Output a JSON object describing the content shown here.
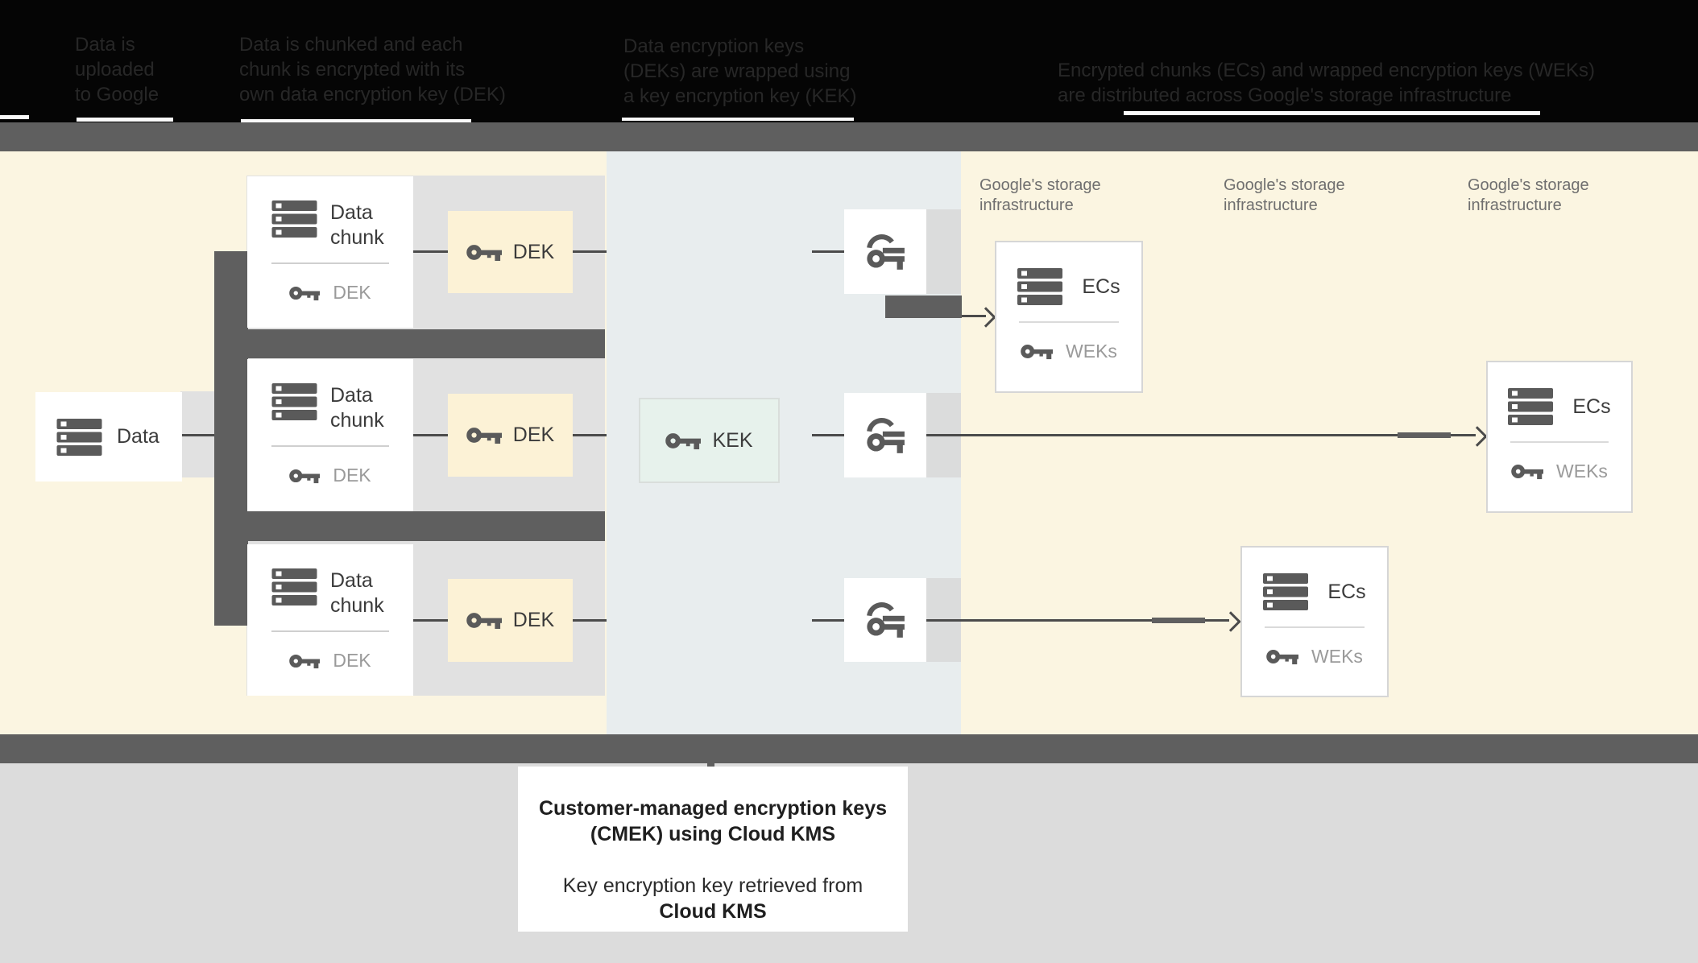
{
  "colors": {
    "header_bg": "#050505",
    "header_text": "#272727",
    "band_gray": "#5f5f5f",
    "canvas_cream": "#fbf5e1",
    "kms_column_blue": "#e8edee",
    "row_gray": "#e1e1e1",
    "extension_gray": "#dbdcdc",
    "dek_yellow": "#fcf2d6",
    "kek_mint": "#e7f2ec",
    "box_white": "#ffffff",
    "connector_line": "#4b4b4b",
    "icon_gray": "#5a5a5a",
    "title_text": "#3b3b3b",
    "muted_text": "#9a9a9a",
    "storage_label_text": "#6f6f6f",
    "bottom_gray": "#dcdcdc"
  },
  "header": {
    "col1": {
      "line1": "Data is",
      "line2": "uploaded",
      "line3": "to Google"
    },
    "col2": {
      "line1": "Data is chunked and each",
      "line2": "chunk is encrypted with its",
      "line3": "own data encryption key (DEK)"
    },
    "col3": {
      "line1": "Data encryption keys",
      "line2": "(DEKs) are wrapped using",
      "line3": "a key encryption key (KEK)"
    },
    "col4": {
      "line1": "Encrypted chunks (ECs) and wrapped encryption keys (WEKs)",
      "line2": "are distributed across Google's storage infrastructure"
    }
  },
  "diagram": {
    "data_box": {
      "label": "Data"
    },
    "chunks": [
      {
        "title": "Data chunk",
        "key_label": "DEK"
      },
      {
        "title": "Data chunk",
        "key_label": "DEK"
      },
      {
        "title": "Data chunk",
        "key_label": "DEK"
      }
    ],
    "dek_boxes": [
      {
        "label": "DEK"
      },
      {
        "label": "DEK"
      },
      {
        "label": "DEK"
      }
    ],
    "kek_box": {
      "label": "KEK"
    },
    "wrapped_key_boxes": [
      {
        "icon": "wrapped-key-icon"
      },
      {
        "icon": "wrapped-key-icon"
      },
      {
        "icon": "wrapped-key-icon"
      }
    ],
    "storage_labels": [
      {
        "line1": "Google's storage",
        "line2": "infrastructure"
      },
      {
        "line1": "Google's storage",
        "line2": "infrastructure"
      },
      {
        "line1": "Google's storage",
        "line2": "infrastructure"
      }
    ],
    "ecs_boxes": [
      {
        "title": "ECs",
        "key_label": "WEKs"
      },
      {
        "title": "ECs",
        "key_label": "WEKs"
      },
      {
        "title": "ECs",
        "key_label": "WEKs"
      }
    ]
  },
  "callout": {
    "line1": "Customer-managed encryption keys",
    "line2": "(CMEK) using Cloud KMS",
    "line3": "Key encryption key retrieved from",
    "line4": "Cloud KMS"
  }
}
